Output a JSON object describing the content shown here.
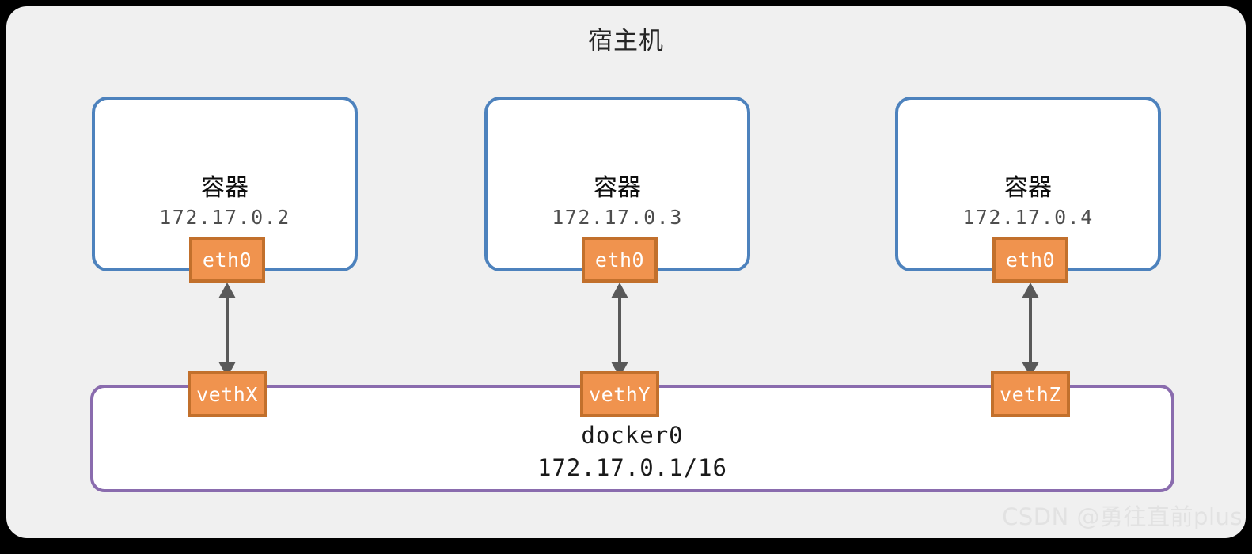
{
  "host": {
    "title": "宿主机",
    "panel_bg": "#f0f0f0"
  },
  "colors": {
    "container_border": "#4d82bd",
    "interface_fill": "#f0934e",
    "interface_border": "#c2702c",
    "bridge_border": "#8a6cae",
    "arrow": "#595959",
    "page_bg": "#000000"
  },
  "containers": [
    {
      "label": "容器",
      "ip": "172.17.0.2",
      "interface": "eth0",
      "veth": "vethX"
    },
    {
      "label": "容器",
      "ip": "172.17.0.3",
      "interface": "eth0",
      "veth": "vethY"
    },
    {
      "label": "容器",
      "ip": "172.17.0.4",
      "interface": "eth0",
      "veth": "vethZ"
    }
  ],
  "bridge": {
    "name": "docker0",
    "ip": "172.17.0.1/16"
  },
  "watermark": {
    "text": "CSDN @勇往直前plus"
  }
}
